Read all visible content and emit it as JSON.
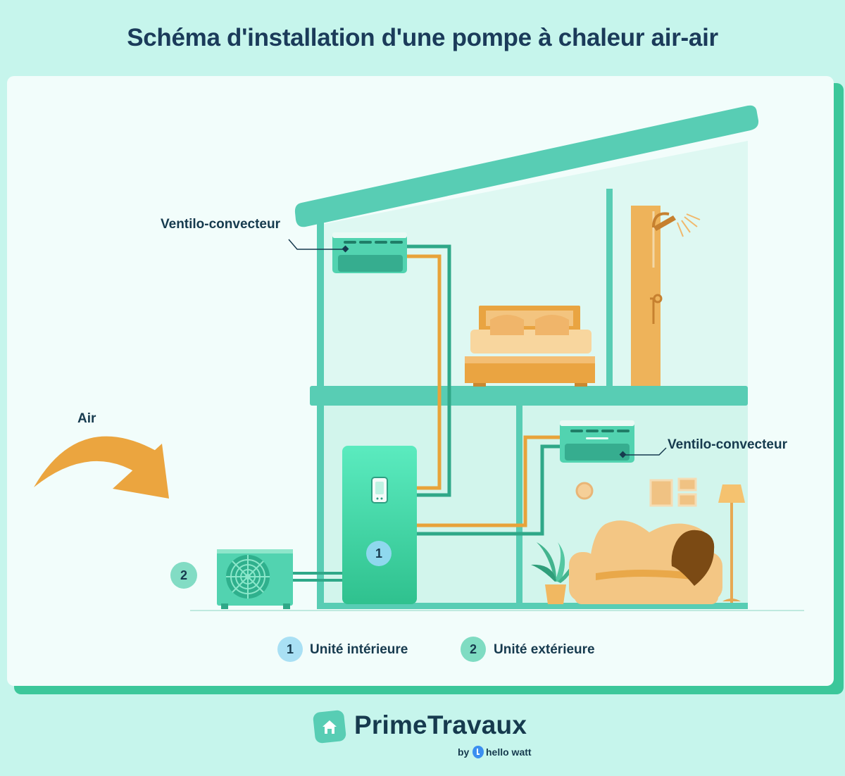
{
  "header": {
    "title": "Schéma d'installation d'une pompe à chaleur air-air"
  },
  "diagram": {
    "labels": {
      "ventilo_top": "Ventilo-convecteur",
      "ventilo_bottom": "Ventilo-convecteur",
      "air": "Air"
    },
    "unit_markers": {
      "indoor": "1",
      "outdoor": "2"
    },
    "legend": [
      {
        "number": "1",
        "label": "Unité intérieure"
      },
      {
        "number": "2",
        "label": "Unité extérieure"
      }
    ],
    "colors": {
      "house_green": "#58cdb4",
      "pipe_orange": "#e8a33a",
      "pipe_green": "#2fa888",
      "furniture_orange": "#f0c283",
      "title_navy": "#1b3b5a"
    }
  },
  "footer": {
    "brand": "PrimeTravaux",
    "by": "by",
    "partner": "hello watt"
  }
}
